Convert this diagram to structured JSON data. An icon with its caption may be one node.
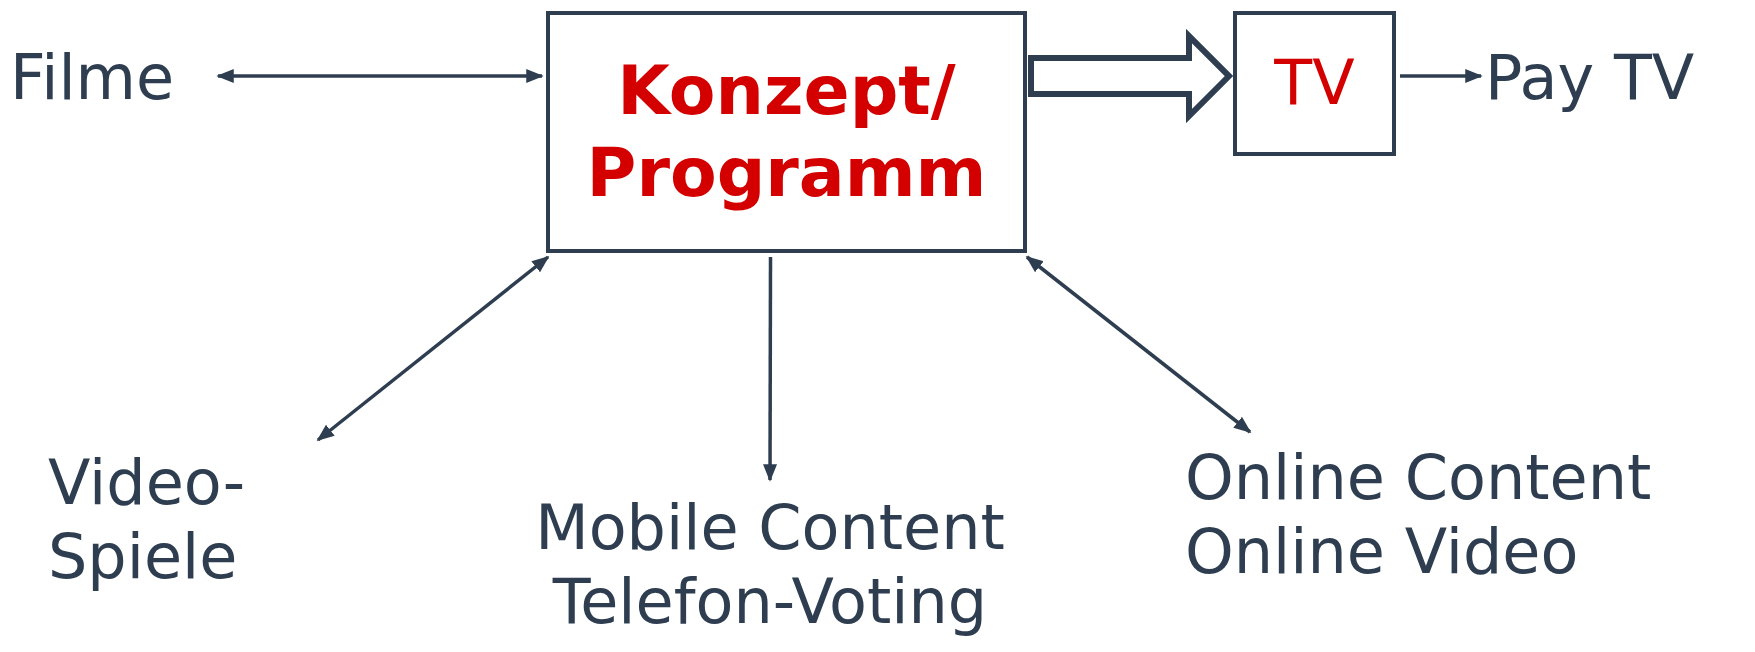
{
  "diagram": {
    "nodes": [
      {
        "text": [
          "Filme"
        ]
      },
      {
        "text": [
          "Konzept/Programm"
        ]
      },
      {
        "text": [
          "TV"
        ]
      },
      {
        "text": [
          "Pay TV"
        ]
      },
      {
        "text": [
          "Video-Spiele"
        ]
      },
      {
        "text": [
          "Mobile Content Telefon-Voting"
        ]
      },
      {
        "text": [
          "Online Content Online Video"
        ]
      }
    ],
    "edges": [
      {
        "from": 0,
        "to": 1,
        "arrow": "both"
      },
      {
        "from": 1,
        "to": 2,
        "arrow": "to",
        "style": "thick"
      },
      {
        "from": 2,
        "to": 3,
        "arrow": "to"
      },
      {
        "from": 1,
        "to": 4,
        "arrow": "both"
      },
      {
        "from": 1,
        "to": 5,
        "arrow": "to"
      },
      {
        "from": 1,
        "to": 6,
        "arrow": "both"
      }
    ]
  }
}
